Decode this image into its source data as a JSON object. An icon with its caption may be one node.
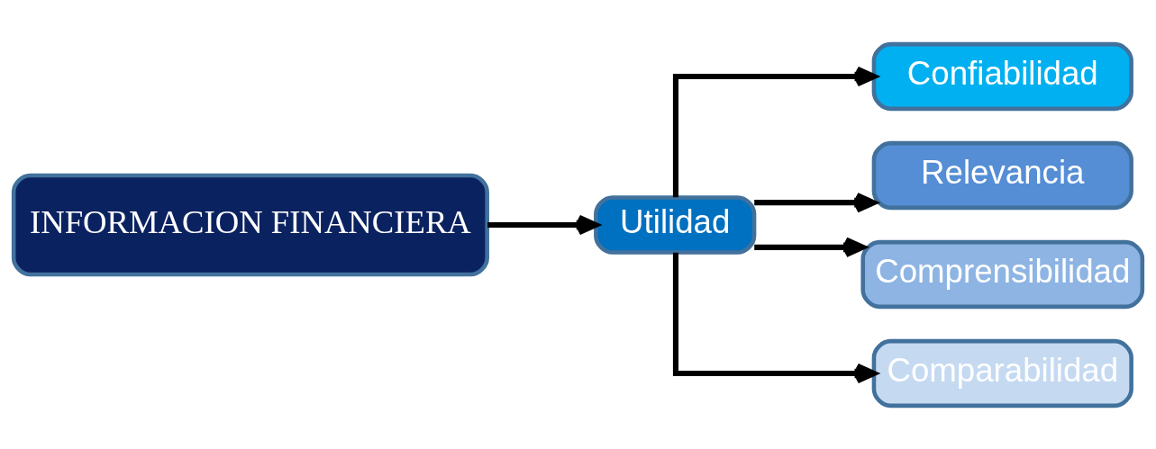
{
  "diagram": {
    "nodes": [
      {
        "text": [
          "INFORMACION FINANCIERA"
        ]
      },
      {
        "text": [
          "Utilidad"
        ]
      },
      {
        "text": [
          "Confiabilidad"
        ]
      },
      {
        "text": [
          "Relevancia"
        ]
      },
      {
        "text": [
          "Comprensibilidad"
        ]
      },
      {
        "text": [
          "Comparabilidad"
        ]
      }
    ],
    "edges": [
      {
        "from": 0,
        "to": 1,
        "arrow": "to"
      },
      {
        "from": 1,
        "to": 2,
        "arrow": "to"
      },
      {
        "from": 1,
        "to": 3,
        "arrow": "to"
      },
      {
        "from": 1,
        "to": 4,
        "arrow": "to"
      },
      {
        "from": 1,
        "to": 5,
        "arrow": "to"
      }
    ]
  }
}
